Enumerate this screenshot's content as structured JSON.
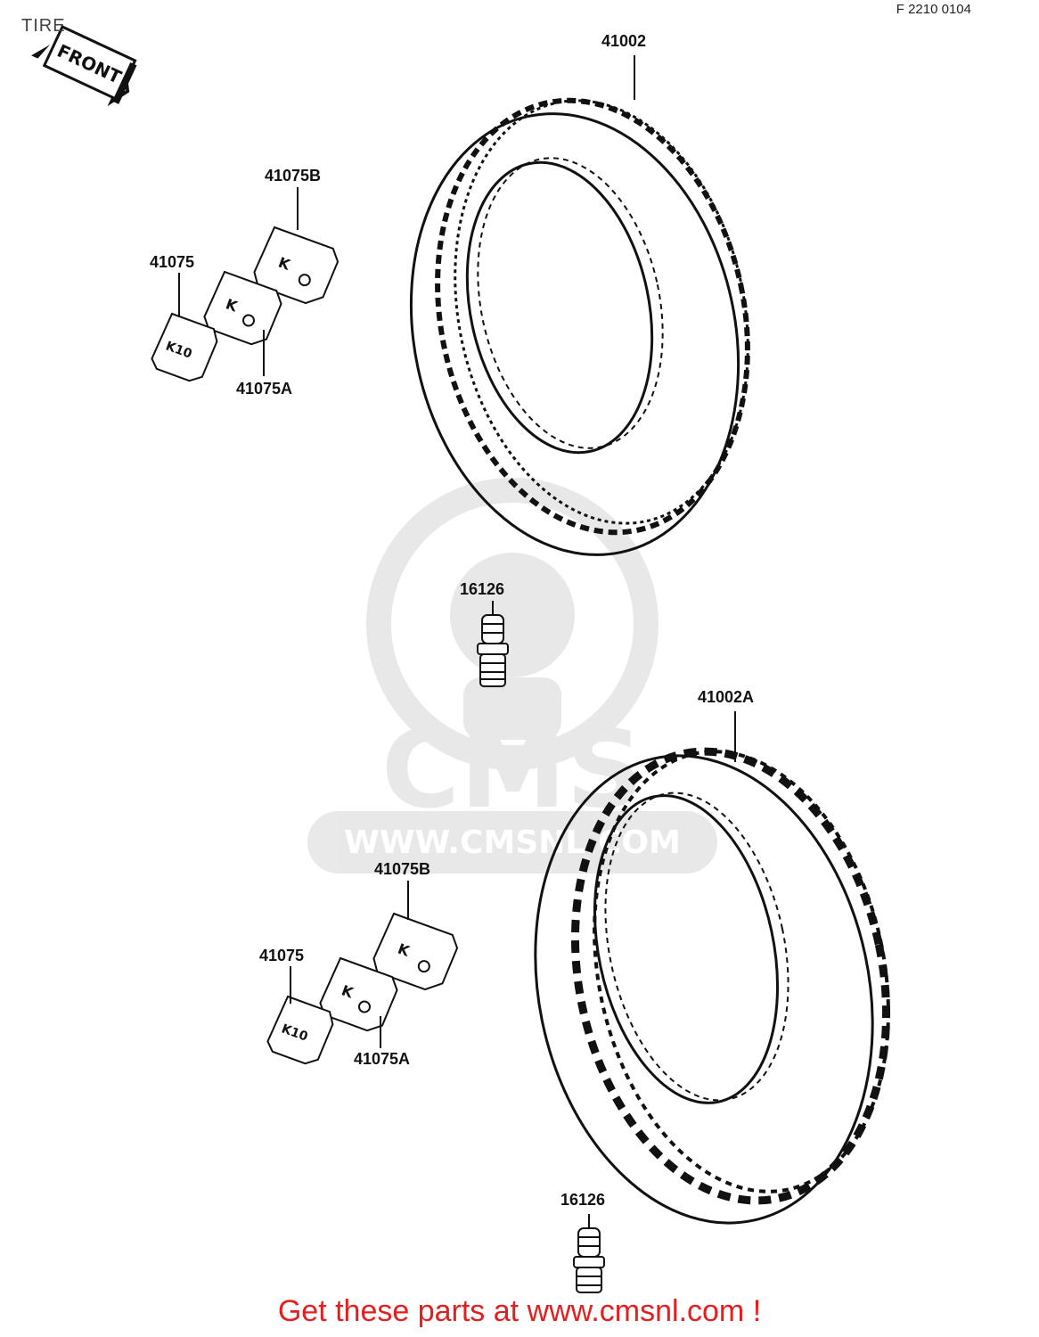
{
  "page": {
    "title": "TIRE",
    "ref_code": "F 2210 0104"
  },
  "front_marker": {
    "text": "FRONT"
  },
  "parts": {
    "tire_front": "41002",
    "tire_rear": "41002A",
    "valve_1": "16126",
    "valve_2": "16126",
    "weight_top_b": "41075B",
    "weight_top": "41075",
    "weight_top_a": "41075A",
    "weight_bottom_b": "41075B",
    "weight_bottom": "41075",
    "weight_bottom_a": "41075A"
  },
  "watermark": {
    "logo": "CMS",
    "url": "WWW.CMSNL.COM"
  },
  "footer": {
    "link_text": "Get these parts at www.cmsnl.com !"
  }
}
